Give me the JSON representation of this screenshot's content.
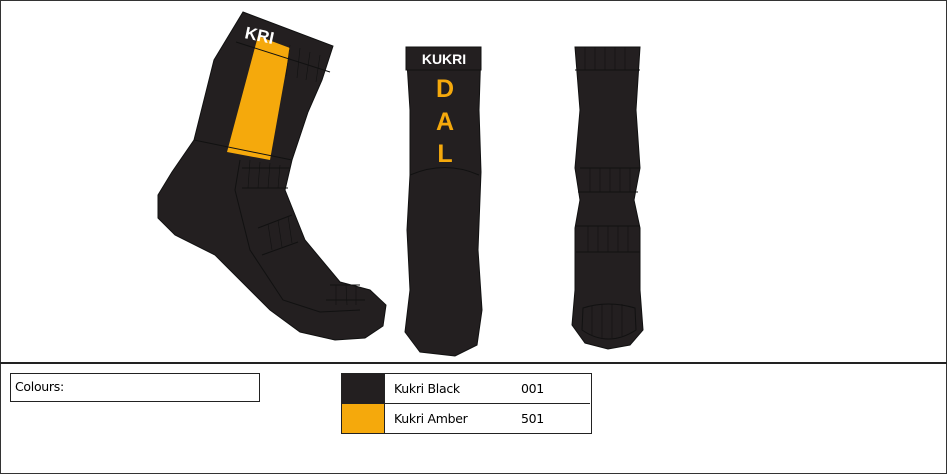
{
  "socks": {
    "side_logo": "KRI",
    "front_logo": "KUKRI",
    "front_text": [
      "D",
      "A",
      "L"
    ]
  },
  "colours_label": "Colours:",
  "colours": [
    {
      "name": "Kukri Black",
      "code": "001",
      "hex": "#231f20"
    },
    {
      "name": "Kukri Amber",
      "code": "501",
      "hex": "#f5a90c"
    }
  ]
}
